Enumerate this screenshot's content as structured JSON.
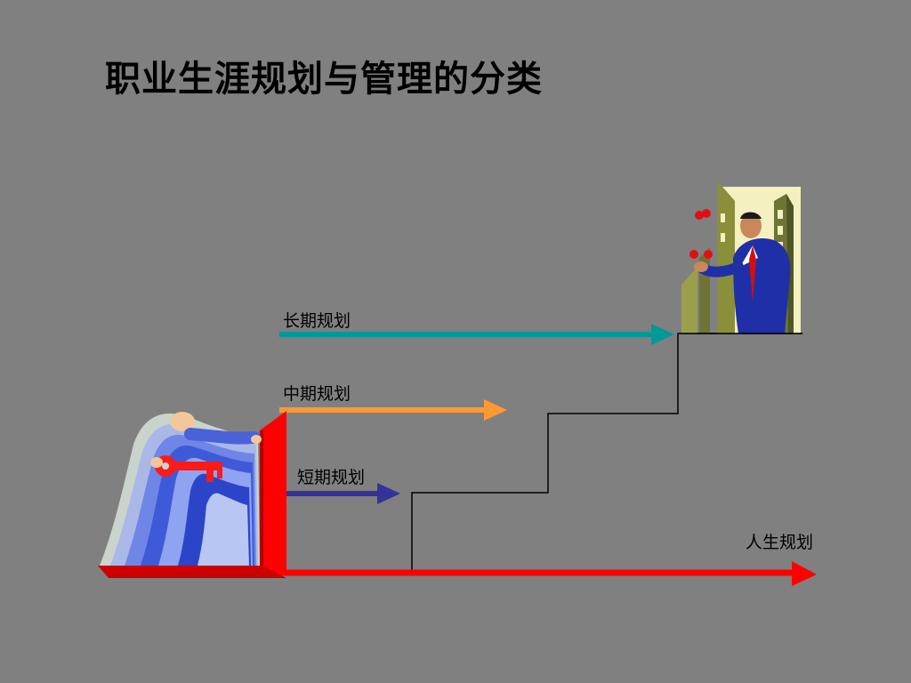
{
  "title": "职业生涯规划与管理的分类",
  "labels": {
    "long_term": "长期规划",
    "mid_term": "中期规划",
    "short_term": "短期规划",
    "life": "人生规划"
  },
  "colors": {
    "background": "#808080",
    "long_term_arrow": "#009999",
    "mid_term_arrow": "#ff9933",
    "short_term_arrow": "#333399",
    "life_arrow": "#ff0000",
    "staircase": "#000000"
  },
  "illustrations": {
    "left": "person-turning-key-icon",
    "right": "businessman-juggling-icon"
  }
}
